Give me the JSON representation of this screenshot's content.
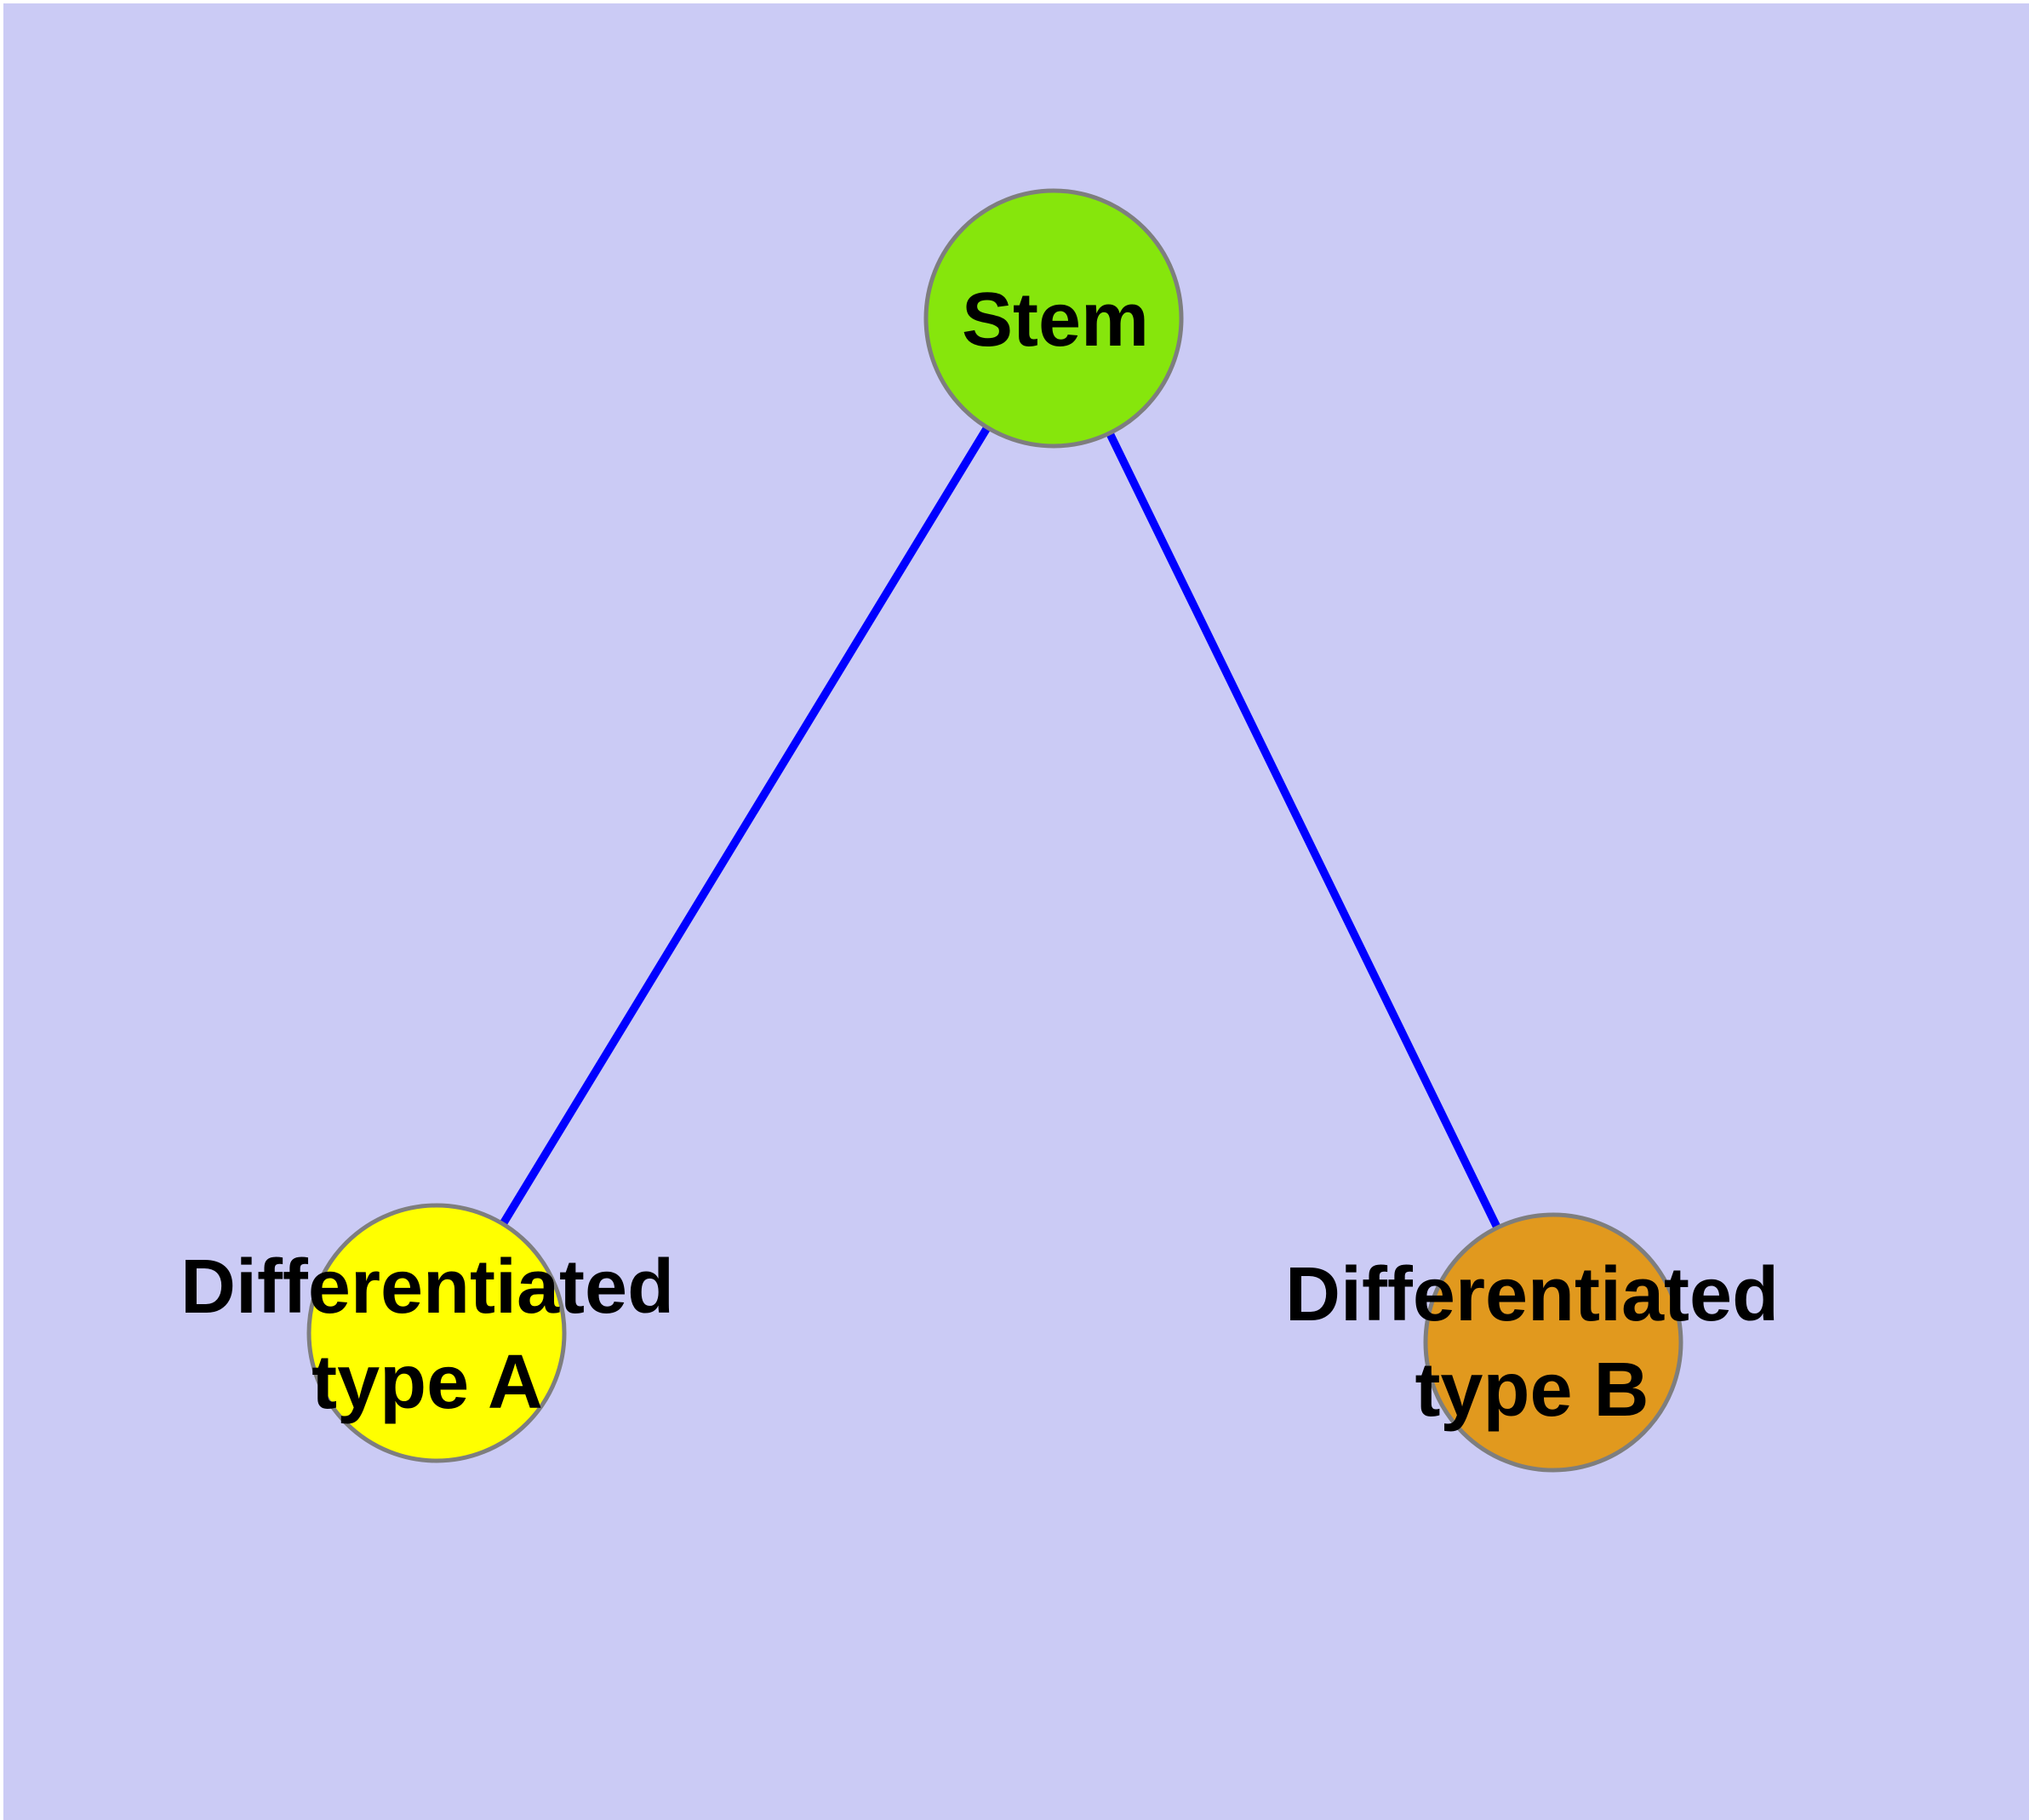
{
  "diagram": {
    "type": "graph",
    "description": "Stem cell differentiation network with one root node and two differentiated child nodes",
    "colors": {
      "frame": "#ffffff",
      "background": "#cbcbf5",
      "edge": "#0000ff",
      "node_border": "#7e7e7e",
      "label_text": "#000000"
    },
    "nodes": [
      {
        "id": "stem",
        "label": "Stem",
        "fill": "#86e60c"
      },
      {
        "id": "differentiated-type-a",
        "label": "Differentiated\ntype A",
        "fill": "#ffff00"
      },
      {
        "id": "differentiated-type-b",
        "label": "Differentiated\ntype B",
        "fill": "#e1991e"
      }
    ],
    "edges": [
      {
        "from": "Stem",
        "to": "Differentiated type A"
      },
      {
        "from": "Stem",
        "to": "Differentiated type B"
      }
    ]
  }
}
